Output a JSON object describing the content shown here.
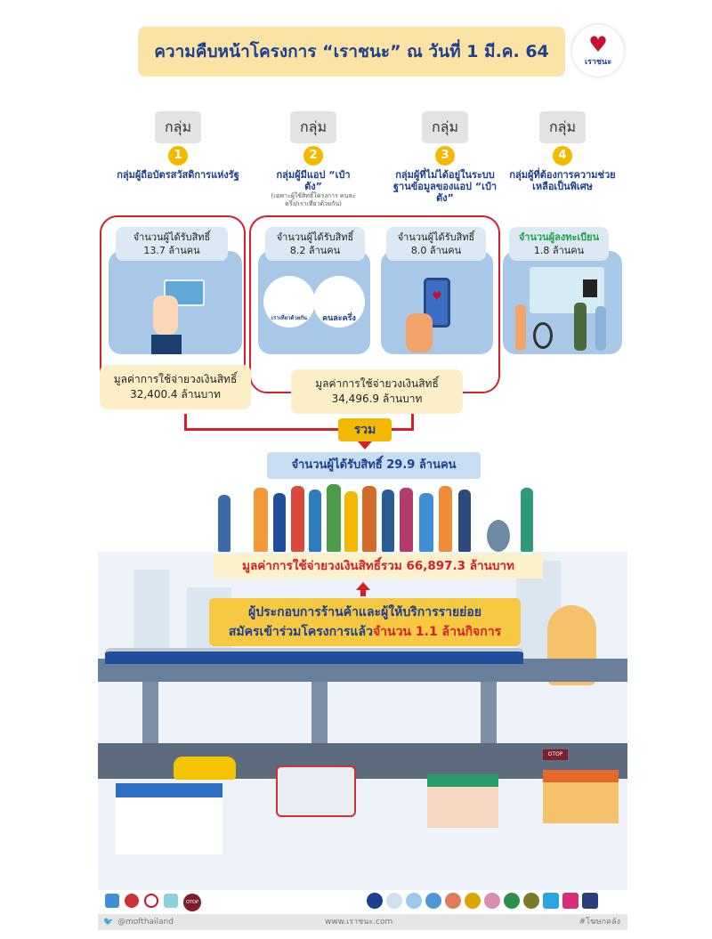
{
  "title": "ความคืบหน้าโครงการ “เราชนะ” ณ วันที่ 1 มี.ค. 64",
  "logo_text": "เราชนะ",
  "groups": [
    {
      "label": "กลุ่ม",
      "number": "1",
      "desc": "กลุ่มผู้ถือบัตรสวัสดิการแห่งรัฐ"
    },
    {
      "label": "กลุ่ม",
      "number": "2",
      "desc": "กลุ่มผู้มีแอป “เป๋าตัง”",
      "note": "(เฉพาะผู้ใช้สิทธิ์โครงการ คนละครึ่ง/เราเที่ยวด้วยกัน)"
    },
    {
      "label": "กลุ่ม",
      "number": "3",
      "desc": "กลุ่มผู้ที่ไม่ได้อยู่ในระบบฐานข้อมูลของแอป “เป๋าตัง”"
    },
    {
      "label": "กลุ่ม",
      "number": "4",
      "desc": "กลุ่มผู้ที่ต้องการความช่วยเหลือเป็นพิเศษ"
    }
  ],
  "cards": [
    {
      "title": "จำนวนผู้ได้รับสิทธิ์",
      "value": "13.7 ล้านคน"
    },
    {
      "title": "จำนวนผู้ได้รับสิทธิ์",
      "value": "8.2 ล้านคน",
      "logos": [
        "เราเที่ยวด้วยกัน",
        "คนละครึ่ง"
      ]
    },
    {
      "title": "จำนวนผู้ได้รับสิทธิ์",
      "value": "8.0 ล้านคน"
    },
    {
      "title": "จำนวนผู้ลงทะเบียน",
      "value": "1.8 ล้านคน"
    }
  ],
  "spend": [
    {
      "title": "มูลค่าการใช้จ่ายวงเงินสิทธิ์",
      "value": "32,400.4 ล้านบาท"
    },
    {
      "title": "มูลค่าการใช้จ่ายวงเงินสิทธิ์",
      "value": "34,496.9 ล้านบาท"
    }
  ],
  "sum_label": "รวม",
  "total_people": "จำนวนผู้ได้รับสิทธิ์ 29.9 ล้านคน",
  "total_spend": "มูลค่าการใช้จ่ายวงเงินสิทธิ์รวม 66,897.3 ล้านบาท",
  "merchants": {
    "line1": "ผู้ประกอบการร้านค้าและผู้ให้บริการรายย่อย",
    "line2a": "สมัครเข้าร่วมโครงการแล้ว",
    "line2b": "จำนวน 1.1 ล้านกิจการ"
  },
  "illustration": {
    "otop": "OTOP"
  },
  "footer": {
    "twitter": "@mofthailand",
    "website": "www.เราชนะ.com",
    "hashtag": "#โฆษกคลัง",
    "otop_logo": "OTOP"
  },
  "colors": {
    "red": "#d4202a",
    "navy": "#1d3f8f",
    "yellow": "#f5b800",
    "green": "#1fa34a"
  }
}
